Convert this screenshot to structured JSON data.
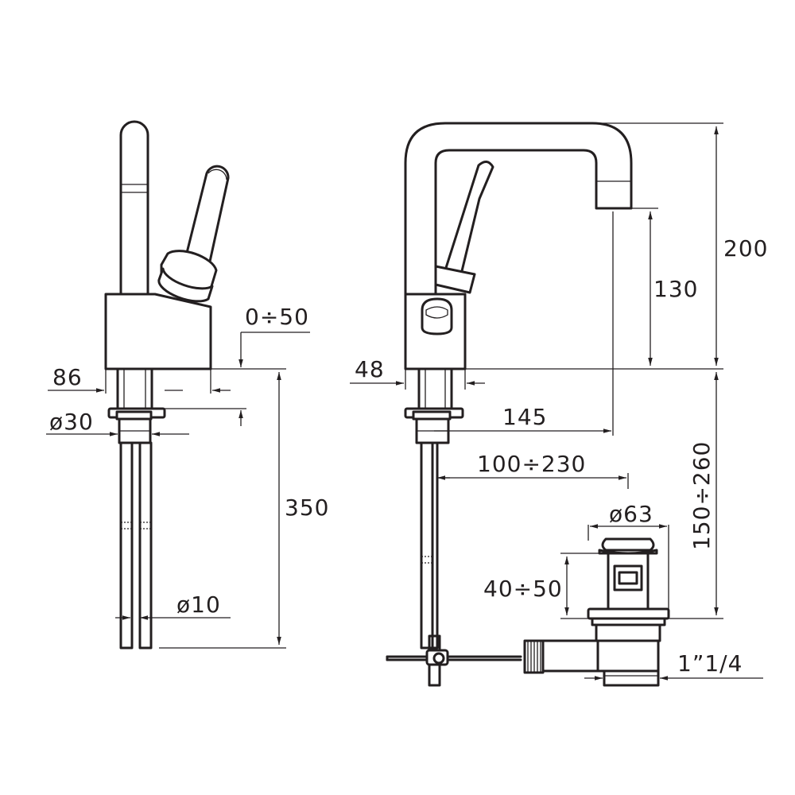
{
  "dimensions": {
    "left_view": {
      "width_86": "86",
      "range_0_50": "0÷50",
      "dia_30": "ø30",
      "length_350": "350",
      "dia_10": "ø10"
    },
    "right_view": {
      "height_200": "200",
      "height_130": "130",
      "width_48": "48",
      "reach_145": "145",
      "range_100_230": "100÷230",
      "dia_63": "ø63",
      "range_150_260": "150÷260",
      "range_40_50": "40÷50",
      "thread": "1”1/4"
    }
  },
  "colors": {
    "line": "#231f20",
    "background": "#ffffff"
  }
}
